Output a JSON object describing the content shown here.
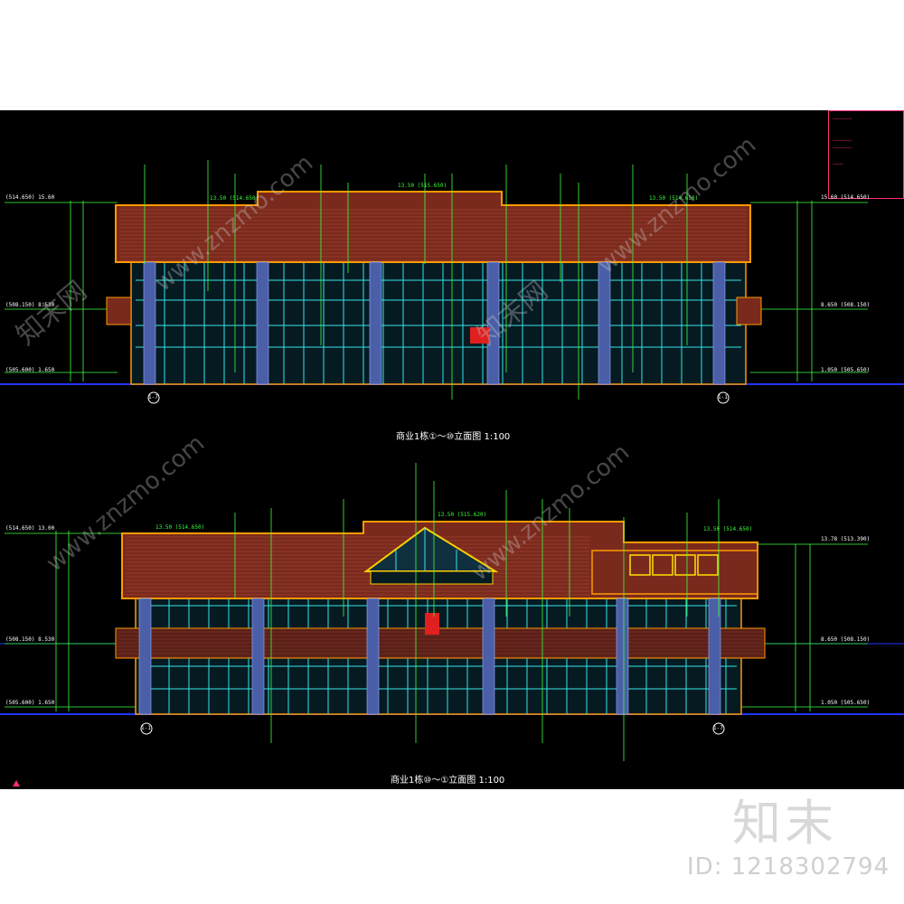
{
  "titles": {
    "upper": "商业1栋①～⑩立面图 1:100",
    "lower": "商业1栋⑩～①立面图 1:100"
  },
  "branding": {
    "brand_text": "知末",
    "id_text": "ID: 1218302794",
    "watermark_text": "www.znzmo.com",
    "watermark_cn": "知末网"
  },
  "upper_elevation": {
    "left_levels": [
      "(514.650) 15.60",
      "(508.150) 8.530",
      "(505.600) 1.650"
    ],
    "right_levels": [
      "15.60 (514.650)",
      "8.650 (508.150)",
      "1.050 (505.650)"
    ],
    "top_tags": [
      "13.50 (514.650)",
      "13.50 (515.650)",
      "13.50 (514.650)"
    ],
    "axis_left": "1-7",
    "axis_right": "1-1"
  },
  "lower_elevation": {
    "left_levels": [
      "(514.650) 13.00",
      "(508.150) 8.530",
      "(505.600) 1.650"
    ],
    "right_levels": [
      "13.78 (513.390)",
      "8.650 (508.150)",
      "1.050 (505.650)"
    ],
    "top_tags": [
      "13.50 (514.650)",
      "13.50 (515.620)",
      "13.50 (514.650)"
    ],
    "axis_left": "1-1",
    "axis_right": "1-7"
  },
  "colors": {
    "background": "#000000",
    "roof_fill": "#7a2a1c",
    "roof_outline": "#ff9a00",
    "glass_line": "#33e6e6",
    "column": "#4a5fa8",
    "leader": "#3cff3c",
    "ground": "#2035ff",
    "legend": "#ff2a7a"
  }
}
